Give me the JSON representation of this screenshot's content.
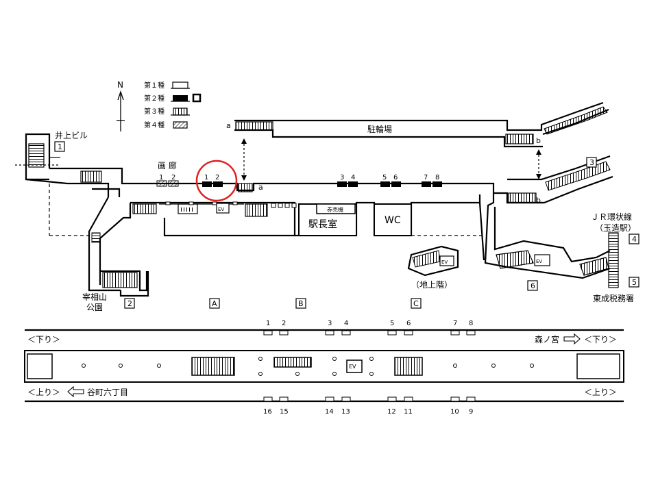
{
  "legend": {
    "north": "N",
    "types": [
      {
        "label": "第１種",
        "icon": "type1-gate-icon"
      },
      {
        "label": "第２種",
        "icon": "type2-gate-icon"
      },
      {
        "label": "第３種",
        "icon": "type3-stairs-icon"
      },
      {
        "label": "第４種",
        "icon": "type4-hatched-icon"
      }
    ]
  },
  "concourse": {
    "bicycle_parking": "駐輪場",
    "gallery": "画 廊",
    "ticket_machines": "券売機",
    "station_office": "駅長室",
    "wc": "WC",
    "ev": "EV",
    "above_ground": "（地上階）",
    "connector_labels": [
      "a",
      "a",
      "b",
      "b"
    ],
    "locker_numbers": [
      "1",
      "2",
      "1",
      "2",
      "3",
      "4",
      "5",
      "6",
      "7",
      "8"
    ],
    "highlight_color": "#e02020"
  },
  "exits": [
    {
      "number": "1",
      "name": "井上ビル"
    },
    {
      "number": "2",
      "name": "宰相山\n公園"
    },
    {
      "number": "3",
      "name": ""
    },
    {
      "number": "4",
      "name": "ＪＲ環状線\n（玉造駅）"
    },
    {
      "number": "5",
      "name": "東成税務署"
    },
    {
      "number": "6",
      "name": ""
    }
  ],
  "sections": [
    "A",
    "B",
    "C"
  ],
  "platform": {
    "top_numbers": [
      "1",
      "2",
      "3",
      "4",
      "5",
      "6",
      "7",
      "8"
    ],
    "bottom_numbers": [
      "16",
      "15",
      "14",
      "13",
      "12",
      "11",
      "10",
      "9"
    ],
    "left_down": "＜下り＞",
    "right_down": "＜下り＞",
    "left_up": "＜上り＞",
    "right_up": "＜上り＞",
    "towards_down": "森ノ宮",
    "towards_up": "谷町六丁目",
    "ev": "EV"
  }
}
